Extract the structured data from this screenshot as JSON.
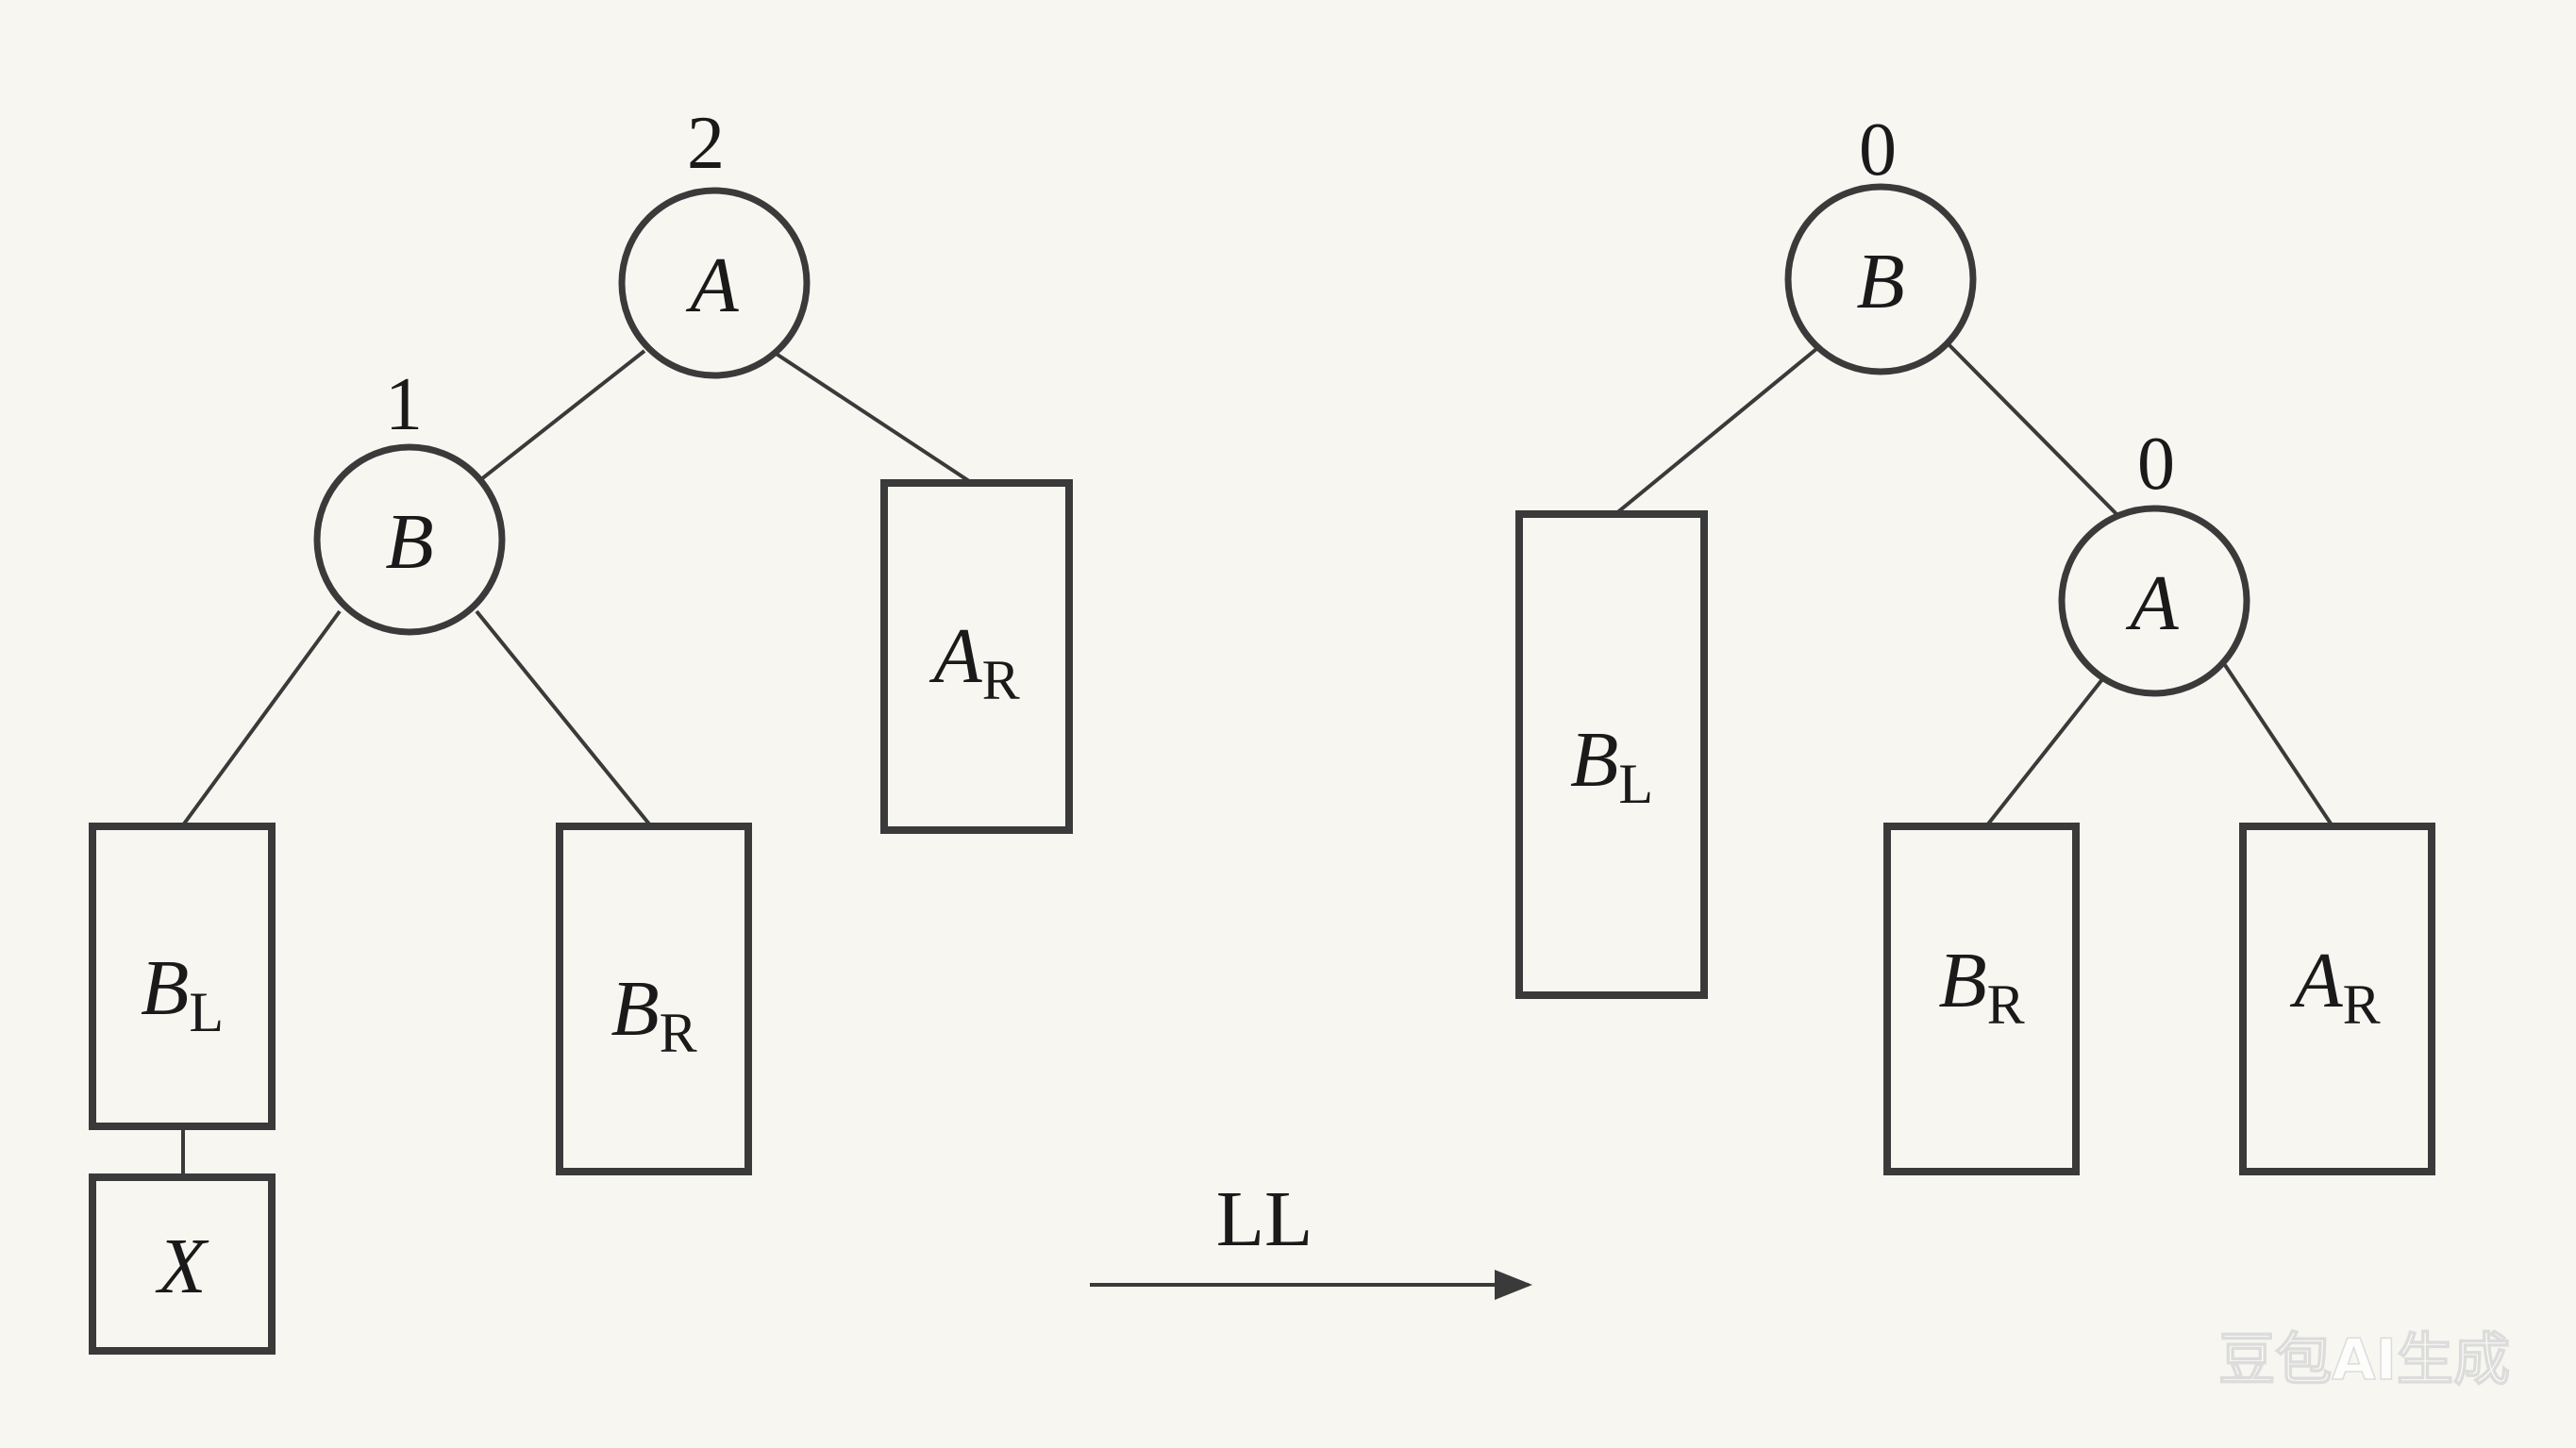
{
  "left_tree": {
    "balance_A": "2",
    "balance_B": "1",
    "node_A": "A",
    "node_B": "B",
    "subtree_BL": {
      "main": "B",
      "sub": "L"
    },
    "subtree_BR": {
      "main": "B",
      "sub": "R"
    },
    "subtree_AR": {
      "main": "A",
      "sub": "R"
    },
    "inserted_X": "X"
  },
  "rotation": {
    "label": "LL"
  },
  "right_tree": {
    "balance_B": "0",
    "balance_A": "0",
    "node_B": "B",
    "node_A": "A",
    "subtree_BL": {
      "main": "B",
      "sub": "L"
    },
    "subtree_BR": {
      "main": "B",
      "sub": "R"
    },
    "subtree_AR": {
      "main": "A",
      "sub": "R"
    }
  },
  "watermark": "豆包AI生成",
  "colors": {
    "background": "#f7f6f1",
    "stroke": "#3a3a3a",
    "text": "#1a1a1a"
  }
}
